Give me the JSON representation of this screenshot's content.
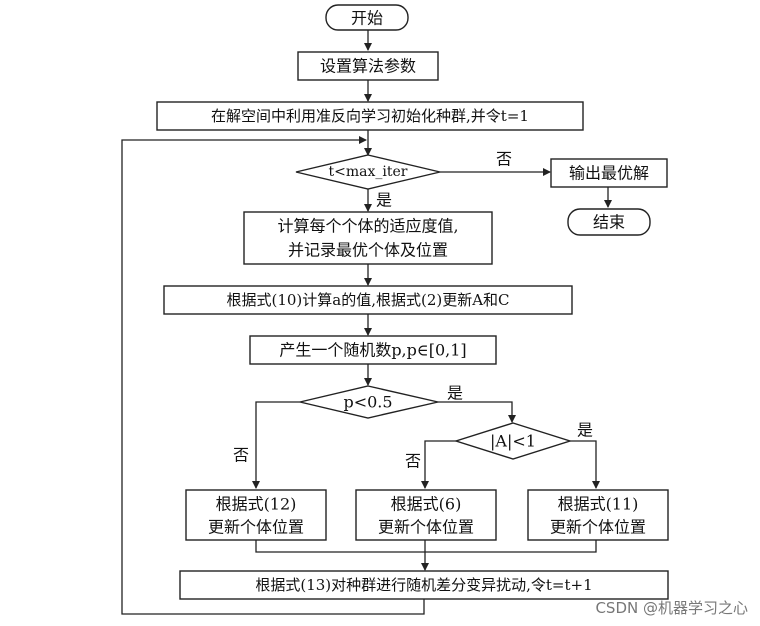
{
  "diagram": {
    "nodes": {
      "start": "开始",
      "params": "设置算法参数",
      "init": "在解空间中利用准反向学习初始化种群,并令t=1",
      "cond_iter": "t<max_iter",
      "output": "输出最优解",
      "end": "结束",
      "fitness_1": "计算每个个体的适应度值,",
      "fitness_2": "并记录最优个体及位置",
      "update_ac": "根据式(10)计算a的值,根据式(2)更新A和C",
      "random": "产生一个随机数p,p∈[0,1]",
      "cond_p": "p<0.5",
      "cond_a": "|A|<1",
      "upd12_1": "根据式(12)",
      "upd12_2": "更新个体位置",
      "upd6_1": "根据式(6)",
      "upd6_2": "更新个体位置",
      "upd11_1": "根据式(11)",
      "upd11_2": "更新个体位置",
      "perturb": "根据式(13)对种群进行随机差分变异扰动,令t=t+1"
    },
    "edge_labels": {
      "iter_no": "否",
      "iter_yes": "是",
      "p_yes": "是",
      "p_no": "否",
      "a_yes": "是",
      "a_no": "否"
    }
  },
  "watermark": "CSDN @机器学习之心",
  "colors": {
    "line": "#222222",
    "fill": "#ffffff",
    "text": "#111111"
  }
}
